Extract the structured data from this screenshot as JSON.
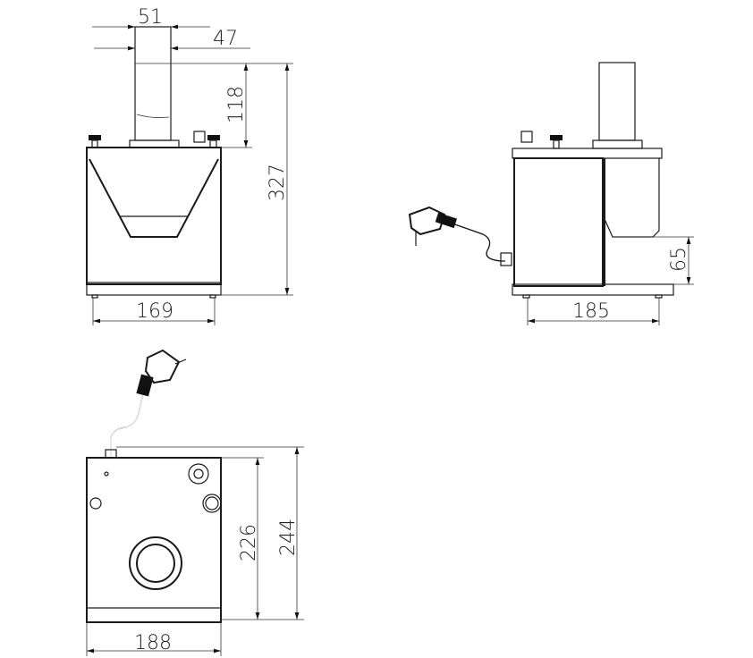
{
  "views": {
    "front": {
      "dims": {
        "outer_diameter": "51",
        "inner_diameter": "47",
        "tube_height": "118",
        "total_height": "327",
        "width": "169"
      }
    },
    "side": {
      "dims": {
        "outlet_height": "65",
        "depth": "185"
      }
    },
    "top": {
      "dims": {
        "inner_depth": "226",
        "total_depth": "244",
        "width": "188"
      }
    }
  }
}
